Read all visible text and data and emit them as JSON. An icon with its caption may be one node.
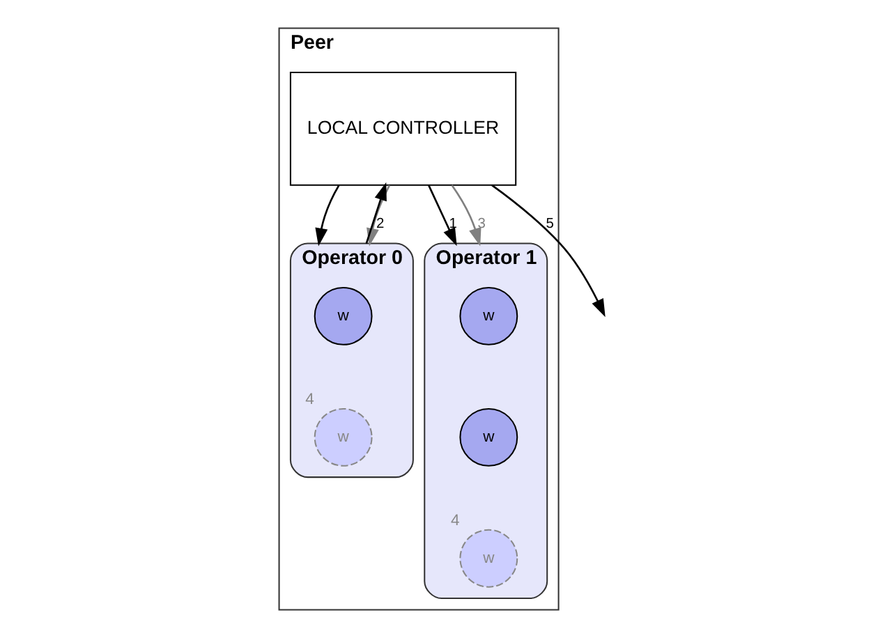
{
  "diagram": {
    "nodes": [
      {
        "text": [
          "Peer"
        ]
      },
      {
        "text": [
          "LOCAL CONTROLLER"
        ],
        "in": 0
      },
      {
        "text": [
          "Operator 0"
        ],
        "in": 0
      },
      {
        "text": [
          "w"
        ],
        "in": 2
      },
      {
        "text": [
          "w"
        ],
        "in": 2,
        "beside": [
          "4"
        ]
      },
      {
        "text": [
          "Operator 1"
        ],
        "in": 0
      },
      {
        "text": [
          "w"
        ],
        "in": 5
      },
      {
        "text": [
          "w"
        ],
        "in": 5
      },
      {
        "text": [
          "w"
        ],
        "in": 5,
        "beside": [
          "4"
        ]
      }
    ],
    "edges": [
      {
        "from": 1,
        "to": 5,
        "arrow": "to",
        "label": "1"
      },
      {
        "from": 1,
        "to": 2,
        "arrow": "to"
      },
      {
        "from": 1,
        "to": 5,
        "arrow": "to",
        "label": "3",
        "color": "#808080"
      },
      {
        "from": 1,
        "to": 2,
        "arrow": "to",
        "color": "#808080"
      },
      {
        "from": 2,
        "to": 1,
        "arrow": "to",
        "label": "2"
      },
      {
        "from": 1,
        "to": null,
        "arrow": "to",
        "label": "5"
      }
    ]
  }
}
